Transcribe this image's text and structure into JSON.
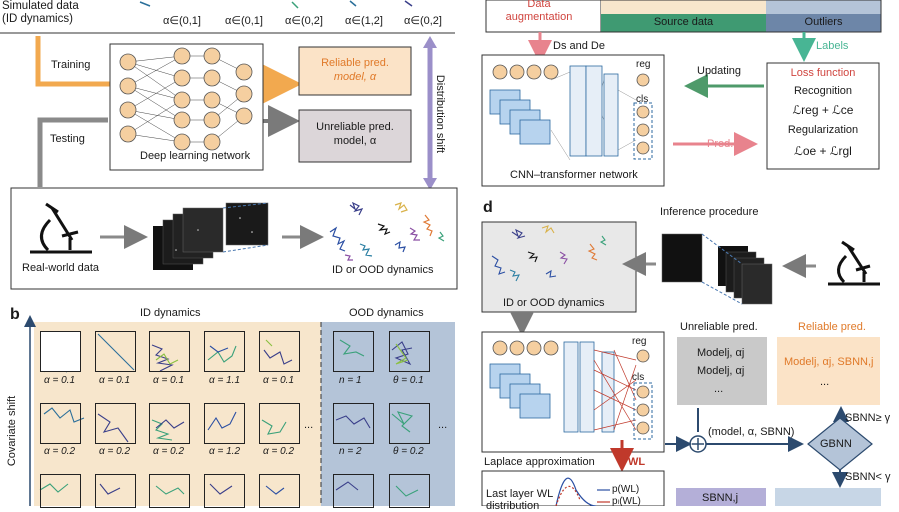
{
  "panel_a": {
    "top_text_line1": "Simulated data",
    "top_text_line2": "(ID dynamics)",
    "alpha_ranges": [
      "α∈(0,1]",
      "α∈(0,1]",
      "α∈(0,2]",
      "α∈(1,2]",
      "α∈(0,2]"
    ],
    "training_label": "Training",
    "testing_label": "Testing",
    "network_label": "Deep learning network",
    "reliable_line1": "Reliable pred.",
    "reliable_line2": "model, α",
    "unreliable_line1": "Unreliable pred.",
    "unreliable_line2": "model, α",
    "distribution_shift": "Distribution shift",
    "real_world": "Real-world data",
    "id_ood": "ID or OOD dynamics"
  },
  "panel_b": {
    "letter": "b",
    "id_title": "ID dynamics",
    "ood_title": "OOD dynamics",
    "axis_label": "Covariate shift",
    "row1": [
      "α = 0.1",
      "α = 0.1",
      "α = 0.1",
      "α = 1.1",
      "α = 0.1"
    ],
    "row2": [
      "α = 0.2",
      "α = 0.2",
      "α = 0.2",
      "α = 1.2",
      "α = 0.2"
    ],
    "ood_row1": [
      "n = 1",
      "θ = 0.1"
    ],
    "ood_row2": [
      "n = 2",
      "θ = 0.2"
    ],
    "ellipsis": "..."
  },
  "panel_c": {
    "data_aug_line1": "Data",
    "data_aug_line2": "augmentation",
    "source_data": "Source data",
    "outliers": "Outliers",
    "labels": "Labels",
    "ds_de": "Ds and De",
    "updating": "Updating",
    "loss_title": "Loss function",
    "recognition": "Recognition",
    "loss_terms1": "ℒreg  +  ℒce",
    "regularization": "Regularization",
    "loss_terms2": "ℒoe  +  ℒrgl",
    "reg": "reg",
    "cls": "cls",
    "pred": "Pred.",
    "network_label": "CNN–transformer network"
  },
  "panel_d": {
    "letter": "d",
    "inference": "Inference procedure",
    "id_ood": "ID or OOD dynamics",
    "reg": "reg",
    "cls": "cls",
    "unreliable": "Unreliable pred.",
    "reliable": "Reliable pred.",
    "model_a": "Modelj, αj",
    "model_b": "Modelj, αj",
    "model_dots": "...",
    "reliable_model": "Modelj, αj, SBNN,j",
    "reliable_dots": "...",
    "tuple": "(model, α, SBNN)",
    "gbnn": "GBNN",
    "cond_ge": "SBNN≥ γ",
    "cond_lt": "SBNN< γ",
    "wl": "WL",
    "laplace": "Laplace approximation",
    "last_layer": "Last layer WL",
    "distribution": "distribution",
    "p_wl": "p(WL)",
    "p_wl2": "pₗ(WL)",
    "sbnn_j": "SBNN,j"
  },
  "colors": {
    "orange": "#f2a94f",
    "reliable_bg": "#fbe3c7",
    "unreliable_bg": "#dcd6d9",
    "purple": "#9b8fc9",
    "green_arrow": "#4e9a6a",
    "teal": "#48b594",
    "red": "#c0392b",
    "pink": "#e8838d",
    "panel_blue": "#b4c4d8",
    "panel_tan": "#f7e6cc",
    "node": "#f5cfa0"
  }
}
